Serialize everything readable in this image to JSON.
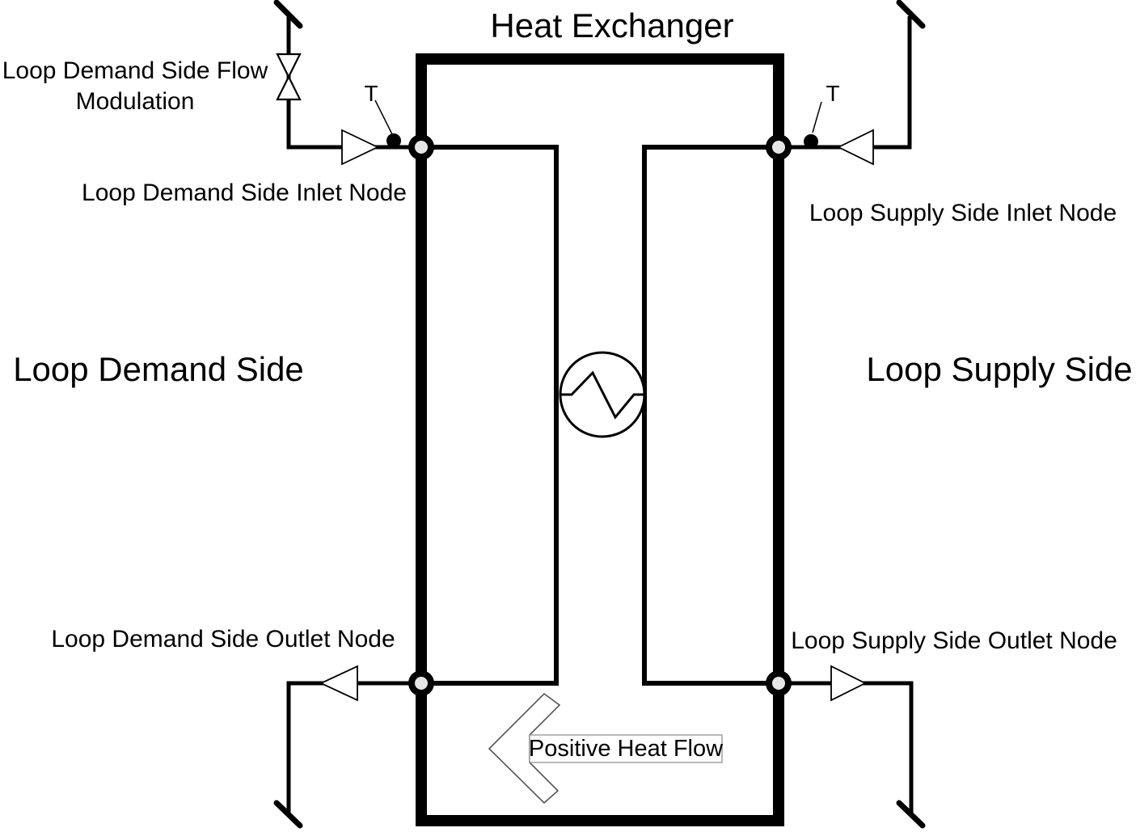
{
  "diagram": {
    "title": "Heat Exchanger",
    "side_labels": {
      "demand": "Loop Demand Side",
      "supply": "Loop Supply Side"
    },
    "node_labels": {
      "demand_inlet": "Loop Demand Side Inlet Node",
      "supply_inlet": "Loop Supply Side Inlet Node",
      "demand_outlet": "Loop Demand Side Outlet Node",
      "supply_outlet": "Loop Supply Side Outlet Node"
    },
    "valve_label": "Loop Demand Side Flow Modulation",
    "heat_flow_label": "Positive Heat Flow",
    "sensors": {
      "demand_inlet_sensor": "T",
      "supply_inlet_sensor": "T"
    },
    "colors": {
      "line": "#000000",
      "node_center": "#e6e6e6",
      "arrow_outline": "#555555",
      "box_outline": "#999999",
      "background": "#ffffff"
    }
  }
}
